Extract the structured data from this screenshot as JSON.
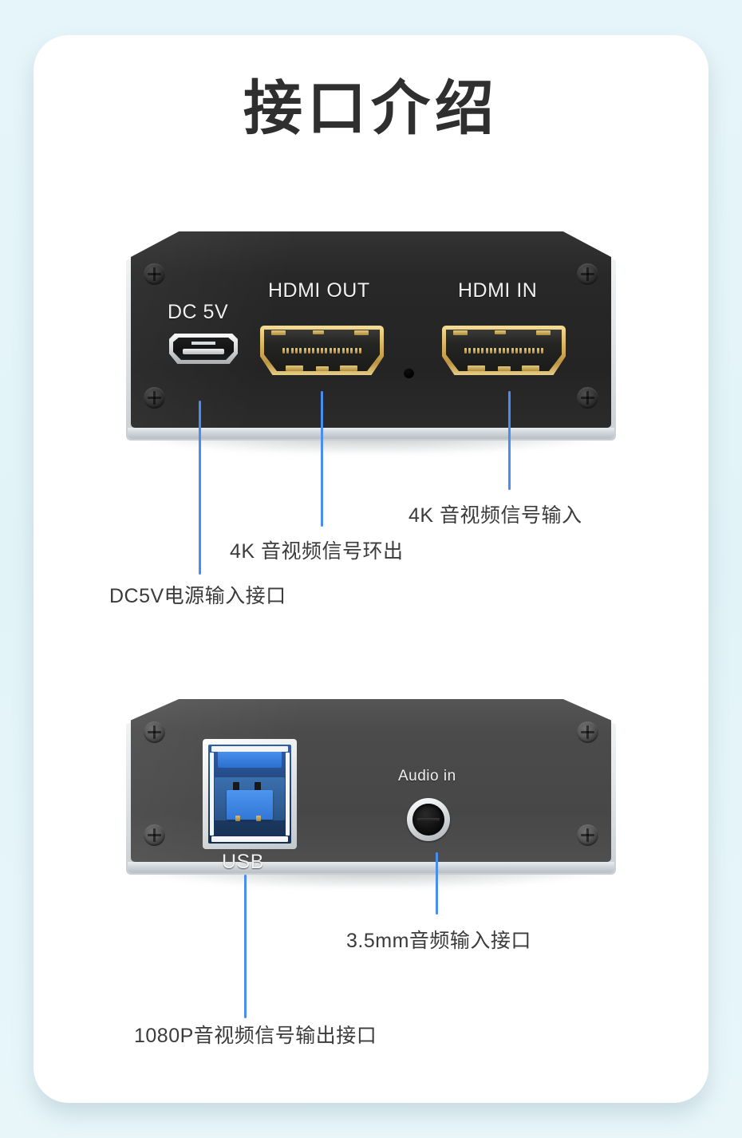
{
  "page": {
    "title": "接口介绍",
    "background_color": "#e4f4f8",
    "card_color": "#ffffff",
    "accent_color": "#4a8cf0"
  },
  "devices": [
    {
      "name": "front-panel",
      "face_color": "#282828",
      "ports": [
        {
          "id": "dc5v",
          "label": "DC 5V",
          "type": "micro-usb"
        },
        {
          "id": "hdmi-out",
          "label": "HDMI OUT",
          "type": "hdmi"
        },
        {
          "id": "hdmi-in",
          "label": "HDMI IN",
          "type": "hdmi"
        },
        {
          "id": "led",
          "label": "",
          "type": "pinhole"
        }
      ]
    },
    {
      "name": "rear-panel",
      "face_color": "#4a4a4a",
      "ports": [
        {
          "id": "usb",
          "label": "USB",
          "type": "usb-b-3.0"
        },
        {
          "id": "audio-in",
          "label": "Audio in",
          "type": "audio-jack-3.5mm"
        }
      ]
    }
  ],
  "callouts": [
    {
      "id": "callout-dc5v",
      "text": "DC5V电源输入接口"
    },
    {
      "id": "callout-hdmi-out",
      "text": "4K 音视频信号环出"
    },
    {
      "id": "callout-hdmi-in",
      "text": "4K 音视频信号输入"
    },
    {
      "id": "callout-usb",
      "text": "1080P音视频信号输出接口"
    },
    {
      "id": "callout-audio-in",
      "text": "3.5mm音频输入接口"
    }
  ]
}
